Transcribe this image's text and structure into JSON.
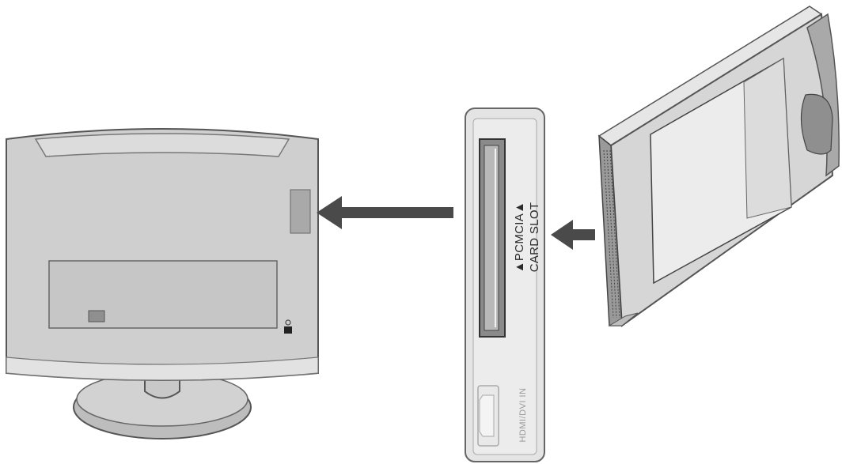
{
  "panel": {
    "slot_label_line1": "▲PCMCIA▲",
    "slot_label_line2": "CARD SLOT",
    "port_label": "HDMI/DVI IN"
  },
  "colors": {
    "tv_body": "#cfcfcf",
    "tv_outline": "#555555",
    "panel_face": "#e4e4e4",
    "arrow": "#4a4a4a",
    "card_body": "#d6d6d6"
  }
}
